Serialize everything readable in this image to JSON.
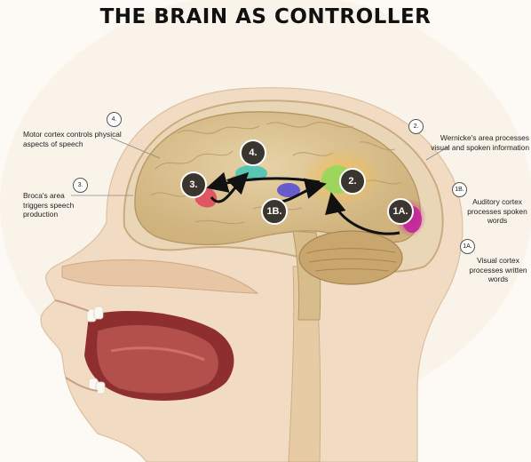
{
  "title": "THE BRAIN AS CONTROLLER",
  "notes": {
    "n4": {
      "num": "4.",
      "text": "Motor cortex controls physical aspects of speech"
    },
    "n3": {
      "num": "3.",
      "text": "Broca's area triggers speech production"
    },
    "n2": {
      "num": "2.",
      "text": "Wernicke's area processes visual and spoken information"
    },
    "n1b": {
      "num": "1B.",
      "text": "Auditory cortex processes spoken words"
    },
    "n1a": {
      "num": "1A.",
      "text": "Visual cortex processes written words"
    }
  },
  "badges": {
    "b1a": "1A.",
    "b1b": "1B.",
    "b2": "2.",
    "b3": "3.",
    "b4": "4."
  },
  "colors": {
    "background": "#fdfaf5",
    "skin": "#f1dcc3",
    "skull": "#e9d6b6",
    "brain": "#d9c08f",
    "cerebellum": "#c9a66e",
    "tongue": "#b4504c",
    "mouth_cavity": "#8e2e2e",
    "badge": "#3a352e",
    "wernicke_area": "#f5b64a",
    "visual_cortex": "#c2269a",
    "auditory_cortex": "#5b4fd0",
    "motor_cortex": "#3fc4b5",
    "broca_area": "#e0445c",
    "green_highlight": "#8fd85a"
  }
}
